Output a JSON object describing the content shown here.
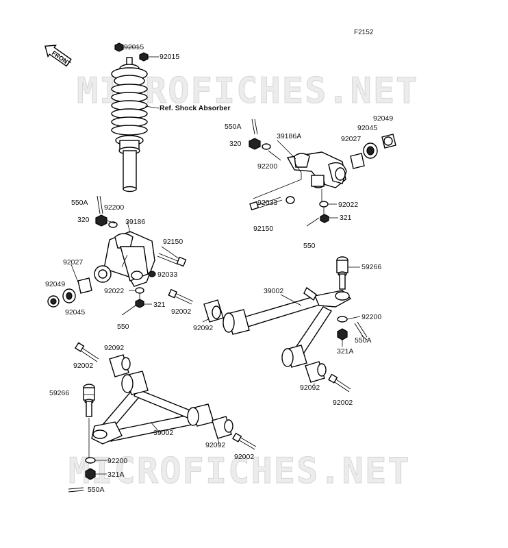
{
  "diagram_code": "F2152",
  "front_label": "FRONT",
  "watermark": "MICROFICHES.NET",
  "ref_label": "Ref. Shock Absorber",
  "callouts": [
    {
      "id": "c1",
      "text": "92015"
    },
    {
      "id": "c2",
      "text": "92015"
    },
    {
      "id": "c3",
      "text": "550A"
    },
    {
      "id": "c4",
      "text": "320"
    },
    {
      "id": "c5",
      "text": "92200"
    },
    {
      "id": "c6",
      "text": "39186A"
    },
    {
      "id": "c7",
      "text": "92049"
    },
    {
      "id": "c8",
      "text": "92045"
    },
    {
      "id": "c9",
      "text": "92027"
    },
    {
      "id": "c10",
      "text": "92033"
    },
    {
      "id": "c11",
      "text": "92150"
    },
    {
      "id": "c12",
      "text": "92022"
    },
    {
      "id": "c13",
      "text": "321"
    },
    {
      "id": "c14",
      "text": "550"
    },
    {
      "id": "c15",
      "text": "550A"
    },
    {
      "id": "c16",
      "text": "92200"
    },
    {
      "id": "c17",
      "text": "320"
    },
    {
      "id": "c18",
      "text": "39186"
    },
    {
      "id": "c19",
      "text": "92150"
    },
    {
      "id": "c20",
      "text": "92027"
    },
    {
      "id": "c21",
      "text": "92049"
    },
    {
      "id": "c22",
      "text": "92045"
    },
    {
      "id": "c23",
      "text": "92033"
    },
    {
      "id": "c24",
      "text": "92022"
    },
    {
      "id": "c25",
      "text": "321"
    },
    {
      "id": "c26",
      "text": "550"
    },
    {
      "id": "c27",
      "text": "92002"
    },
    {
      "id": "c28",
      "text": "92092"
    },
    {
      "id": "c29",
      "text": "39002"
    },
    {
      "id": "c30",
      "text": "59266"
    },
    {
      "id": "c31",
      "text": "92200"
    },
    {
      "id": "c32",
      "text": "550A"
    },
    {
      "id": "c33",
      "text": "321A"
    },
    {
      "id": "c34",
      "text": "92092"
    },
    {
      "id": "c35",
      "text": "92002"
    },
    {
      "id": "c36",
      "text": "92002"
    },
    {
      "id": "c37",
      "text": "92092"
    },
    {
      "id": "c38",
      "text": "59266"
    },
    {
      "id": "c39",
      "text": "39002"
    },
    {
      "id": "c40",
      "text": "92092"
    },
    {
      "id": "c41",
      "text": "92002"
    },
    {
      "id": "c42",
      "text": "92200"
    },
    {
      "id": "c43",
      "text": "321A"
    },
    {
      "id": "c44",
      "text": "550A"
    }
  ]
}
